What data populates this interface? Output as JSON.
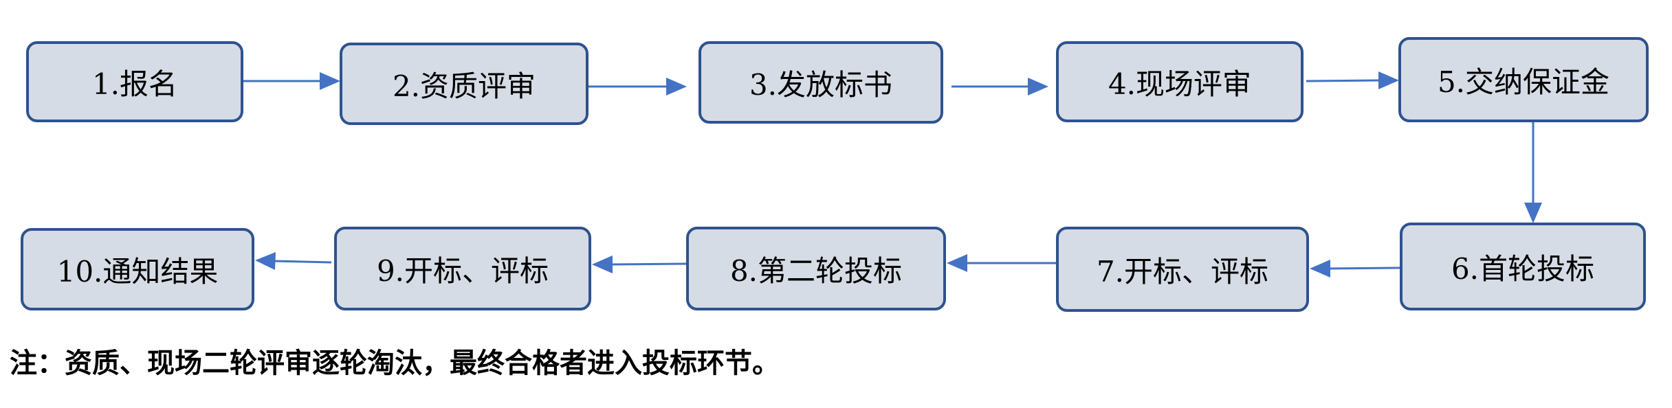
{
  "diagram": {
    "steps": [
      {
        "label": "1.报名"
      },
      {
        "label": "2.资质评审"
      },
      {
        "label": "3.发放标书"
      },
      {
        "label": "4.现场评审"
      },
      {
        "label": "5.交纳保证金"
      },
      {
        "label": "6.首轮投标"
      },
      {
        "label": "7.开标、评标"
      },
      {
        "label": "8.第二轮投标"
      },
      {
        "label": "9.开标、评标"
      },
      {
        "label": "10.通知结果"
      }
    ],
    "colors": {
      "box_fill": "#d6dce5",
      "box_border": "#2f528f",
      "arrow": "#4472c4"
    }
  },
  "note": {
    "text": "注：资质、现场二轮评审逐轮淘汰，最终合格者进入投标环节。"
  }
}
